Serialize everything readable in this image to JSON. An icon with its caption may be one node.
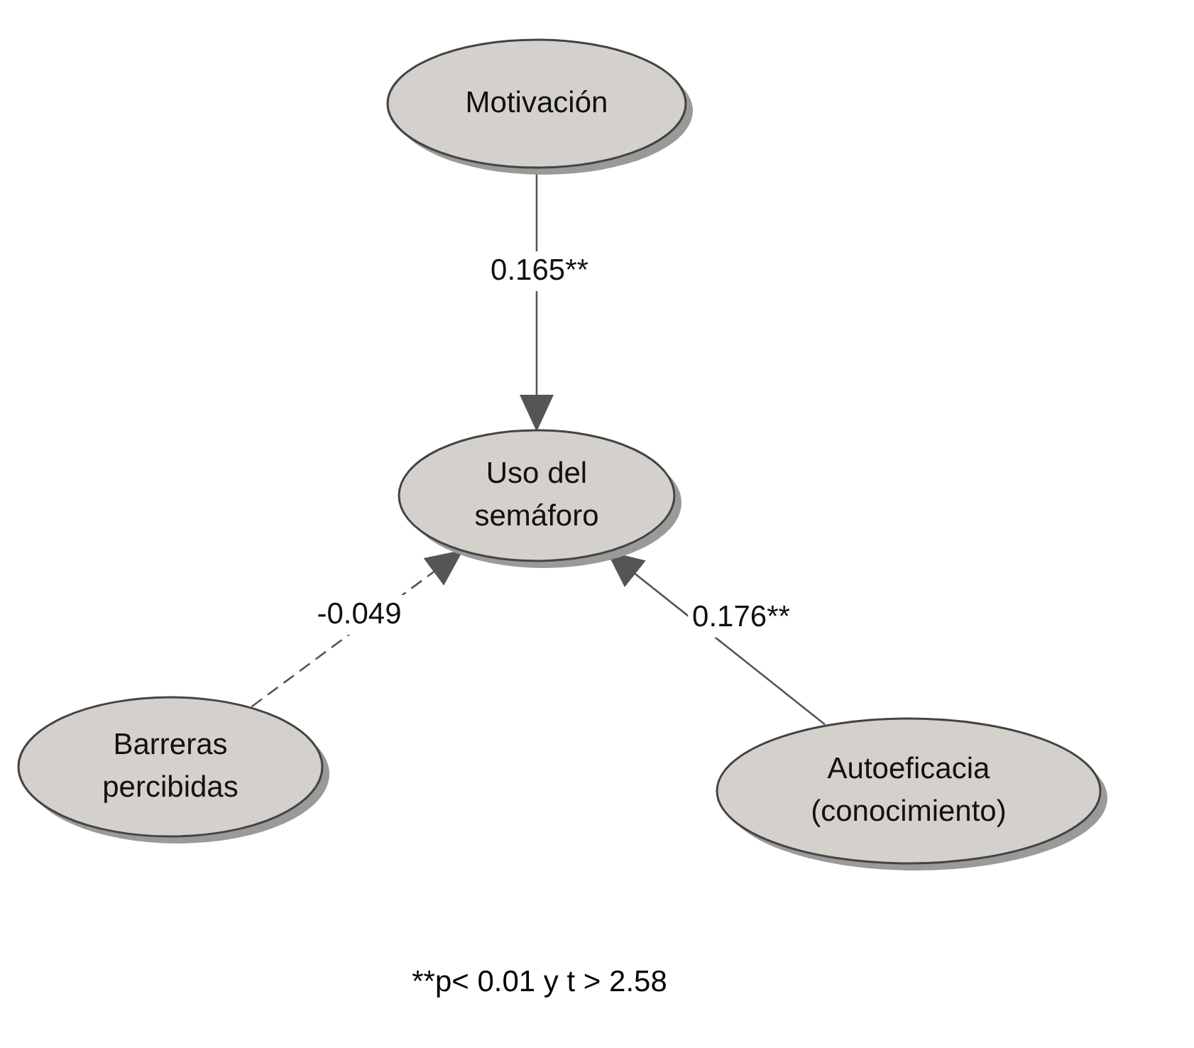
{
  "diagram": {
    "nodes": [
      {
        "text": [
          "Motivación"
        ]
      },
      {
        "text": [
          "Uso del semáforo"
        ]
      },
      {
        "text": [
          "Barreras percibidas"
        ]
      },
      {
        "text": [
          "Autoeficacia (conocimiento)"
        ]
      }
    ],
    "edges": [
      {
        "from": 0,
        "to": 1,
        "arrow": "to",
        "label": "0.165**"
      },
      {
        "from": 2,
        "to": 1,
        "arrow": "to",
        "label": "-0.049",
        "style": "dashed"
      },
      {
        "from": 3,
        "to": 1,
        "arrow": "to",
        "label": "0.176**"
      }
    ],
    "labels": [
      "**p< 0.01 y t > 2.58"
    ]
  }
}
